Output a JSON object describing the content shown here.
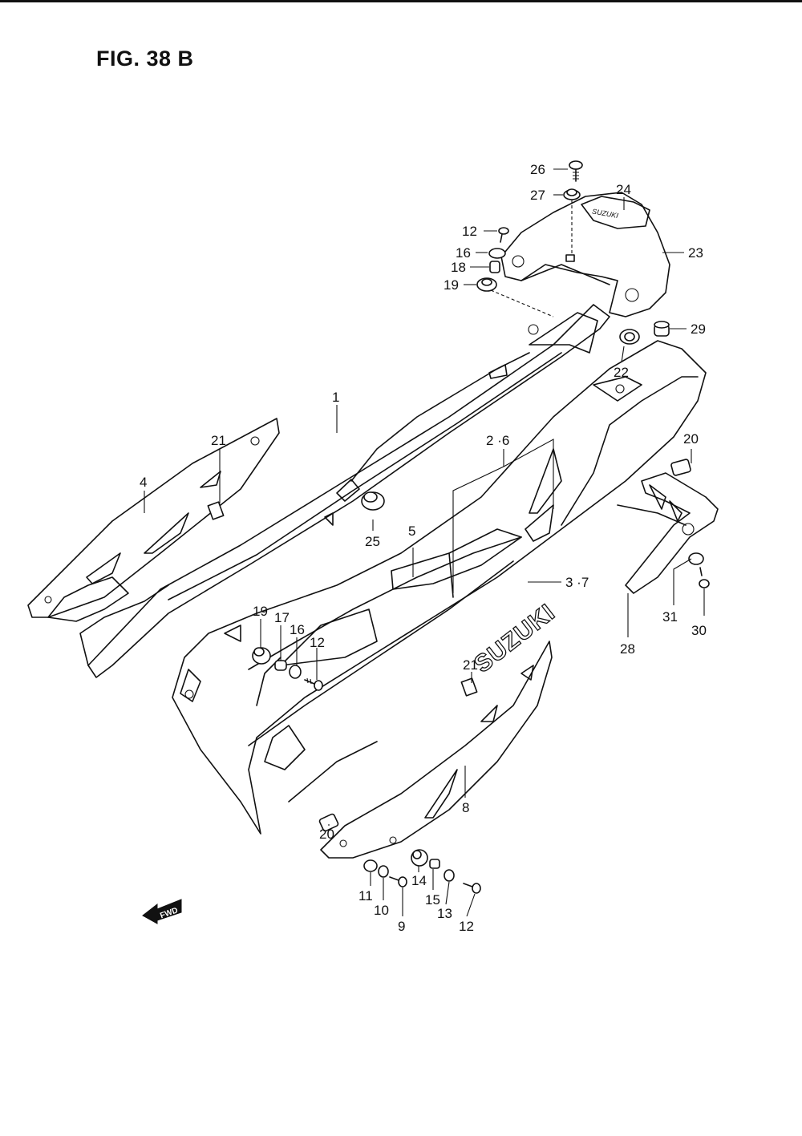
{
  "figure": {
    "title": "FIG. 38 B"
  },
  "brand_text": "SUZUKI",
  "fwd_text": "FWD",
  "callouts": [
    {
      "id": "c26",
      "text": "26"
    },
    {
      "id": "c27",
      "text": "27"
    },
    {
      "id": "c24",
      "text": "24"
    },
    {
      "id": "c23",
      "text": "23"
    },
    {
      "id": "c12a",
      "text": "12"
    },
    {
      "id": "c16a",
      "text": "16"
    },
    {
      "id": "c18",
      "text": "18"
    },
    {
      "id": "c19a",
      "text": "19"
    },
    {
      "id": "c29",
      "text": "29"
    },
    {
      "id": "c22",
      "text": "22"
    },
    {
      "id": "c1",
      "text": "1"
    },
    {
      "id": "c21a",
      "text": "21"
    },
    {
      "id": "c4",
      "text": "4"
    },
    {
      "id": "c2-6",
      "text": "2 ·6"
    },
    {
      "id": "c20a",
      "text": "20"
    },
    {
      "id": "c25",
      "text": "25"
    },
    {
      "id": "c5",
      "text": "5"
    },
    {
      "id": "c3-7",
      "text": "3 ·7"
    },
    {
      "id": "c31",
      "text": "31"
    },
    {
      "id": "c30",
      "text": "30"
    },
    {
      "id": "c28",
      "text": "28"
    },
    {
      "id": "c19b",
      "text": "19"
    },
    {
      "id": "c17",
      "text": "17"
    },
    {
      "id": "c16b",
      "text": "16"
    },
    {
      "id": "c12b",
      "text": "12"
    },
    {
      "id": "c21b",
      "text": "21"
    },
    {
      "id": "c8",
      "text": "8"
    },
    {
      "id": "c20b",
      "text": "20"
    },
    {
      "id": "c11",
      "text": "11"
    },
    {
      "id": "c14",
      "text": "14"
    },
    {
      "id": "c10",
      "text": "10"
    },
    {
      "id": "c15",
      "text": "15"
    },
    {
      "id": "c13",
      "text": "13"
    },
    {
      "id": "c9",
      "text": "9"
    },
    {
      "id": "c12c",
      "text": "12"
    }
  ]
}
